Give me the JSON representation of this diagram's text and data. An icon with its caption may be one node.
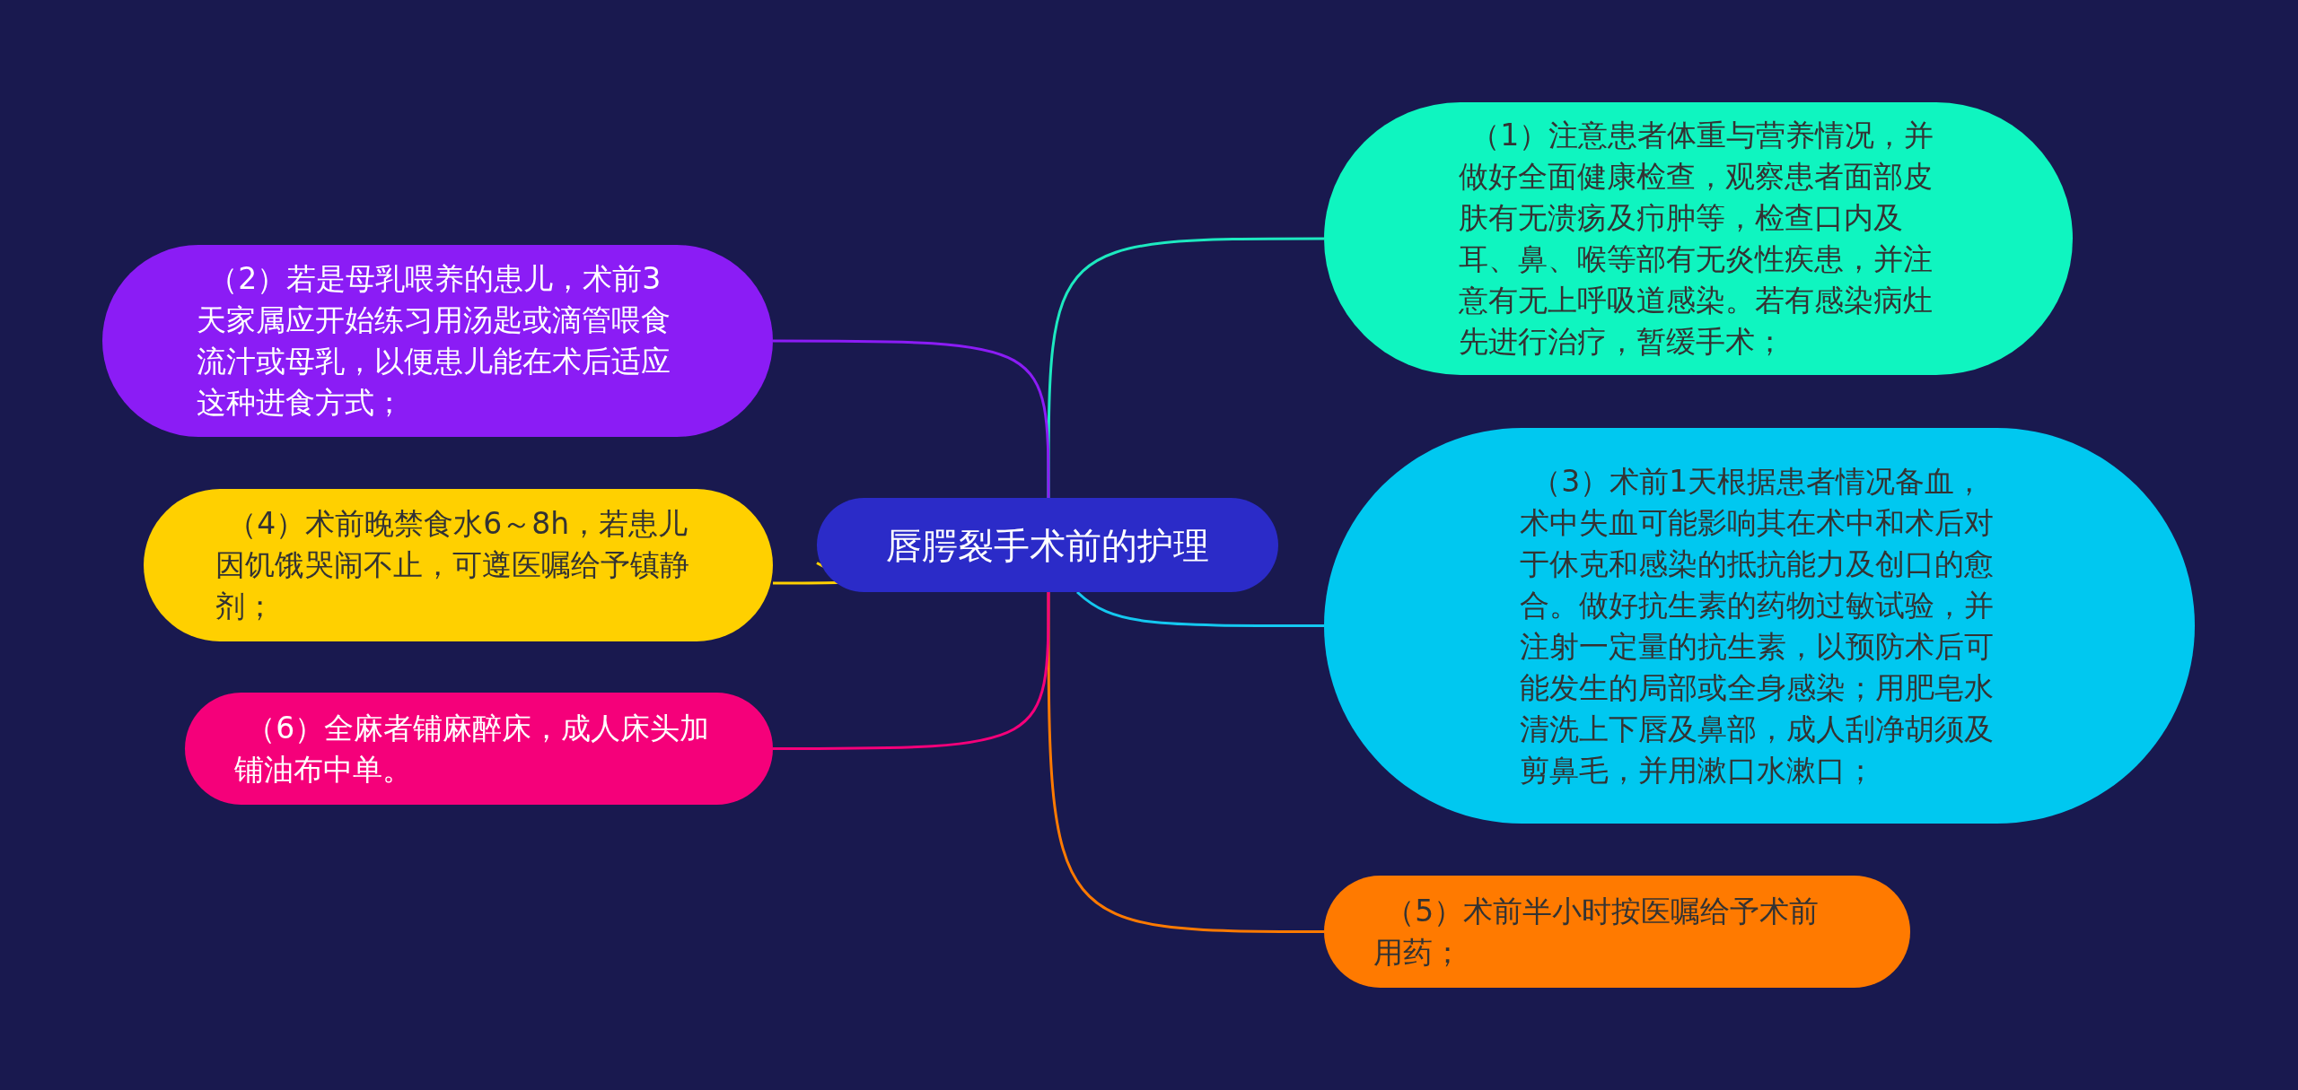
{
  "diagram": {
    "nodes": [
      {
        "text": [
          "唇腭裂手术前的护理"
        ]
      },
      {
        "text": [
          "（1）注意患者体重与营养情况，并做好全面健康检查，观察患者面部皮肤有无溃疡及疖肿等，检查口内及耳、鼻、喉等部有无炎性疾患，并注意有无上呼吸道感染。若有感染病灶先进行治疗，暂缓手术；"
        ]
      },
      {
        "text": [
          "（2）若是母乳喂养的患儿，术前3天家属应开始练习用汤匙或滴管喂食流汁或母乳，以便患儿能在术后适应这种进食方式；"
        ]
      },
      {
        "text": [
          "（3）术前1天根据患者情况备血，术中失血可能影响其在术中和术后对于休克和感染的抵抗能力及创口的愈合。做好抗生素的药物过敏试验，并注射一定量的抗生素，以预防术后可能发生的局部或全身感染；用肥皂水清洗上下唇及鼻部，成人刮净胡须及剪鼻毛，并用漱口水漱口；"
        ]
      },
      {
        "text": [
          "（4）术前晚禁食水6～8h，若患儿因饥饿哭闹不止，可遵医嘱给予镇静剂；"
        ]
      },
      {
        "text": [
          "（5）术前半小时按医嘱给予术前用药；"
        ]
      },
      {
        "text": [
          "（6）全麻者铺麻醉床，成人床头加铺油布中单。"
        ]
      }
    ],
    "edges": [
      {
        "from": 0,
        "to": 1,
        "arrow": "none",
        "color": "#1de9c0"
      },
      {
        "from": 0,
        "to": 2,
        "arrow": "none",
        "color": "#8b1cf5"
      },
      {
        "from": 0,
        "to": 3,
        "arrow": "none",
        "color": "#14c8f0"
      },
      {
        "from": 0,
        "to": 4,
        "arrow": "none",
        "color": "#ffd000"
      },
      {
        "from": 0,
        "to": 5,
        "arrow": "none",
        "color": "#ff7a00"
      },
      {
        "from": 0,
        "to": 6,
        "arrow": "none",
        "color": "#f5007a"
      }
    ]
  }
}
